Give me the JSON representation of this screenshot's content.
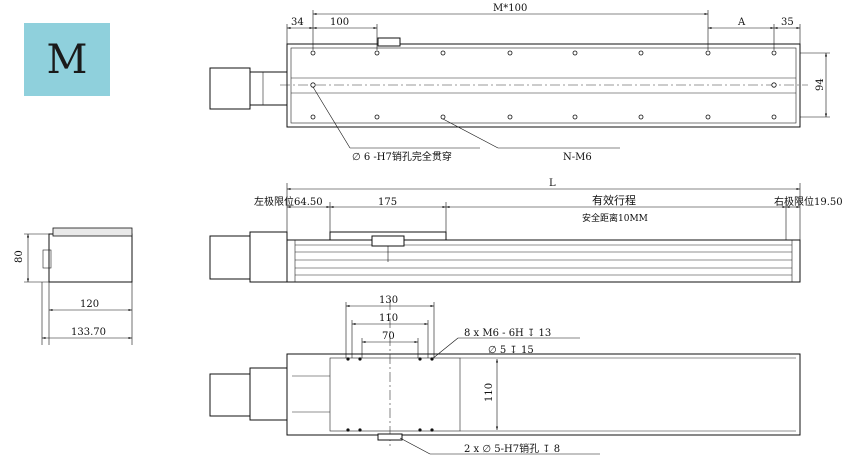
{
  "badge": {
    "letter": "M",
    "color": "#8fd0dc"
  },
  "top_view": {
    "dims": {
      "left_offset": "34",
      "pitch": "100",
      "span": "M*100",
      "a": "A",
      "right_offset": "35",
      "height": "94"
    },
    "callouts": {
      "pin_hole": "∅ 6 -H7销孔完全贯穿",
      "thread": "N-M6"
    }
  },
  "side_view": {
    "total": "L",
    "left_limit": "左极限位64.50",
    "carriage": "175",
    "stroke": "有效行程",
    "right_limit": "右极限位19.50",
    "safety": "安全距离10MM"
  },
  "end_view": {
    "height": "80",
    "inner_width": "120",
    "outer_width": "133.70"
  },
  "bottom_view": {
    "w130": "130",
    "w110": "110",
    "w70": "70",
    "h110": "110",
    "holes_thread": "8 x  M6 - 6H ↧ 13",
    "holes_dia": "∅ 5 ↧ 15",
    "pins": "2 x ∅ 5-H7销孔 ↧ 8"
  }
}
